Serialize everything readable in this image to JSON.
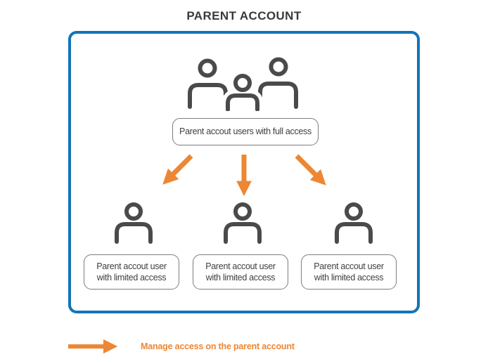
{
  "title": "PARENT ACCOUNT",
  "diagram": {
    "root_node": {
      "icon": "group-users-icon",
      "label": "Parent accout users with full access"
    },
    "child_nodes": [
      {
        "icon": "user-icon",
        "label": "Parent accout user with limited access"
      },
      {
        "icon": "user-icon",
        "label": "Parent accout user with limited access"
      },
      {
        "icon": "user-icon",
        "label": "Parent accout user with limited access"
      }
    ],
    "arrows": [
      "down-left-arrow-icon",
      "down-arrow-icon",
      "down-right-arrow-icon"
    ]
  },
  "legend": {
    "icon": "right-arrow-icon",
    "label": "Manage access on the parent account"
  },
  "colors": {
    "box_border_blue": "#1474B8",
    "arrow_orange": "#ED8733",
    "icon_dark_gray": "#4A4A4A",
    "label_border_gray": "#7D7D7D",
    "title_text": "#3A3A3A"
  }
}
